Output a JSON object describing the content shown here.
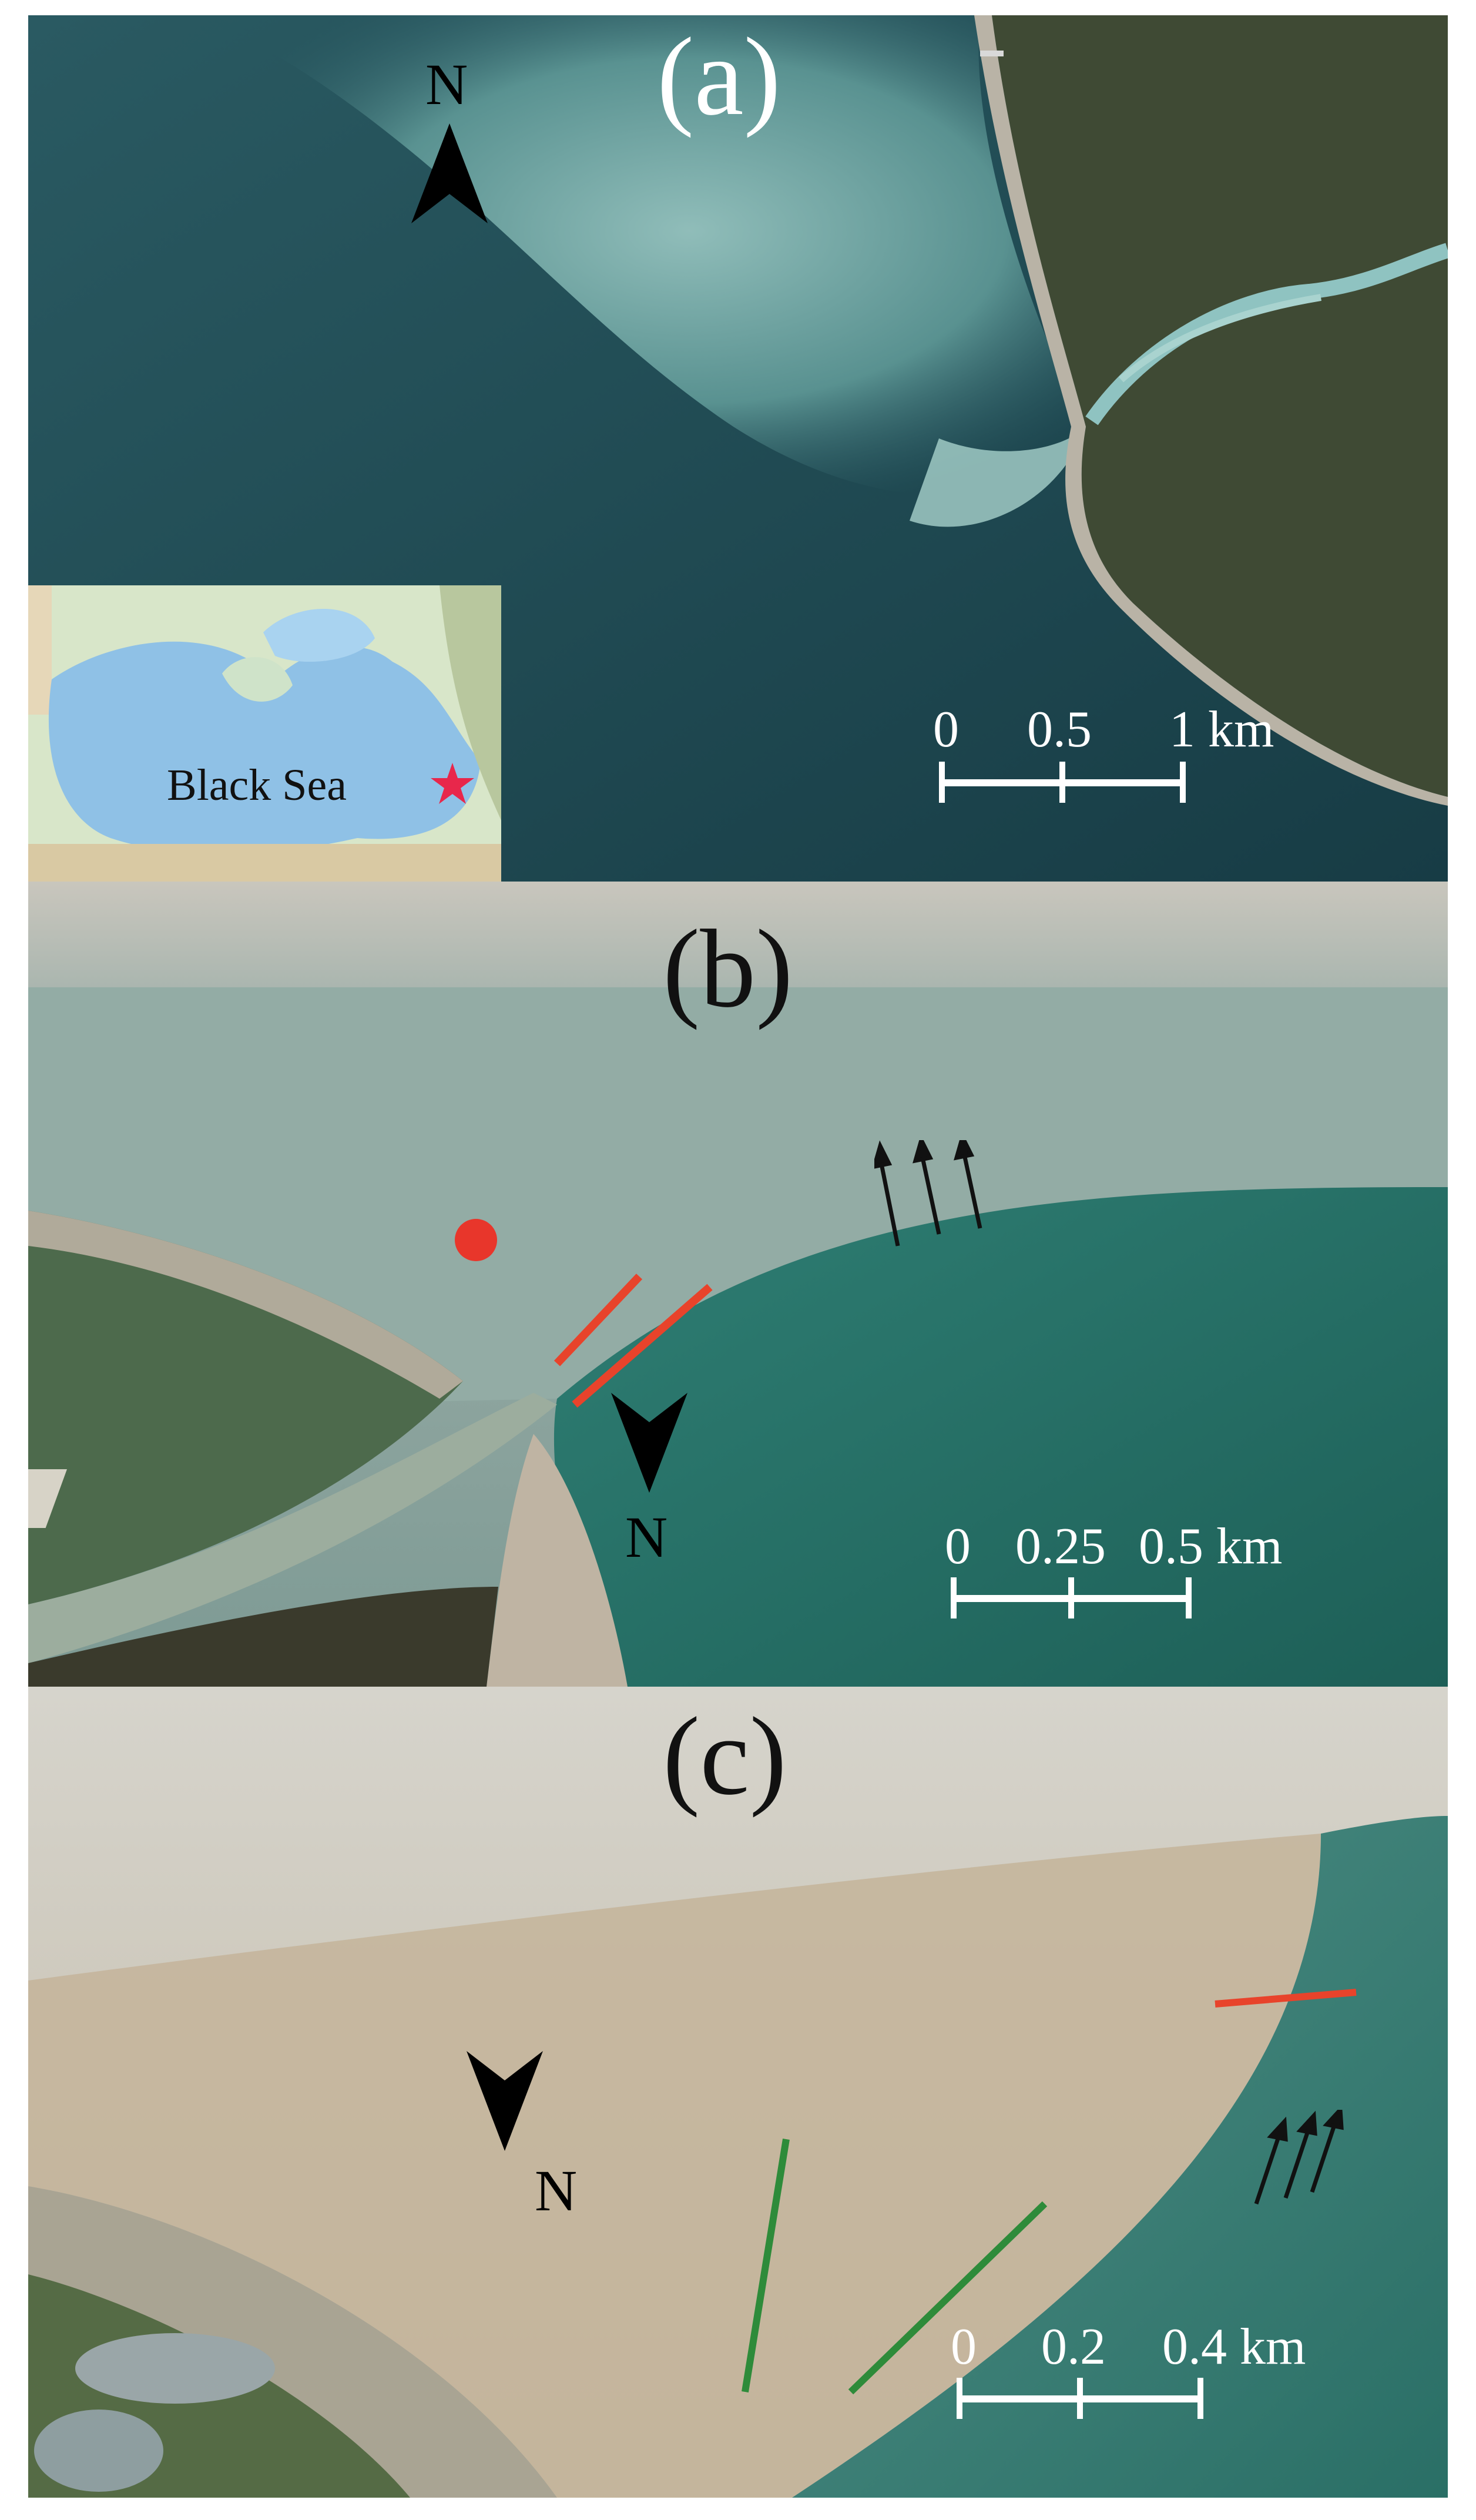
{
  "panels": {
    "a": {
      "label": "(a)",
      "north": "N",
      "scale": {
        "tick0": "0",
        "tick1": "0.5",
        "tick2": "1 km"
      },
      "inset": {
        "sea_label": "Black Sea"
      }
    },
    "b": {
      "label": "(b)",
      "north": "N",
      "scale": {
        "tick0": "0",
        "tick1": "0.25",
        "tick2": "0.5 km"
      }
    },
    "c": {
      "label": "(c)",
      "north": "N",
      "scale": {
        "tick0": "0",
        "tick1": "0.2",
        "tick2": "0.4 km"
      }
    }
  },
  "colors": {
    "sea_dark": "#1f4951",
    "plume": "#7fb3b0",
    "land": "#3f4a34",
    "marker_red": "#e8362b",
    "line_green": "#2e8b3a",
    "scale_white": "#ffffff"
  }
}
